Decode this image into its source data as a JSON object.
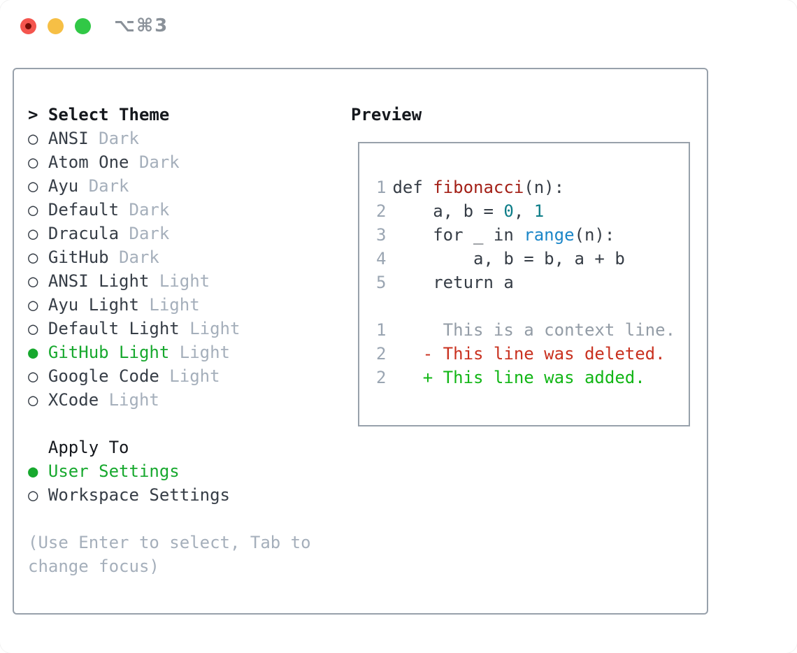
{
  "window": {
    "title": "⌥⌘3"
  },
  "colors": {
    "text_dark": "#363d46",
    "text_black": "#15181d",
    "muted": "#a5afbb",
    "context_gray": "#939ca6",
    "gutter": "#9aa5b2",
    "border": "#98a1ab",
    "select_green": "#17a82e",
    "added_green": "#12b616",
    "deleted_red": "#c9311f",
    "function_red": "#a32017",
    "number_teal": "#0d7d88",
    "builtin_blue": "#1b86c8",
    "traffic_red": "#f4554e",
    "traffic_red_dot": "#750d07",
    "traffic_yellow": "#f6bf45",
    "traffic_green": "#31c846",
    "title_gray": "#8a9199"
  },
  "theme_picker": {
    "header_prefix": ">",
    "header_label": "Select Theme",
    "radio_unselected": "○",
    "radio_selected": "●",
    "themes": [
      {
        "name": "ANSI",
        "variant": "Dark",
        "selected": false
      },
      {
        "name": "Atom One",
        "variant": "Dark",
        "selected": false
      },
      {
        "name": "Ayu",
        "variant": "Dark",
        "selected": false
      },
      {
        "name": "Default",
        "variant": "Dark",
        "selected": false
      },
      {
        "name": "Dracula",
        "variant": "Dark",
        "selected": false
      },
      {
        "name": "GitHub",
        "variant": "Dark",
        "selected": false
      },
      {
        "name": "ANSI Light",
        "variant": "Light",
        "selected": false
      },
      {
        "name": "Ayu Light",
        "variant": "Light",
        "selected": false
      },
      {
        "name": "Default Light",
        "variant": "Light",
        "selected": false
      },
      {
        "name": "GitHub Light",
        "variant": "Light",
        "selected": true
      },
      {
        "name": "Google Code",
        "variant": "Light",
        "selected": false
      },
      {
        "name": "XCode",
        "variant": "Light",
        "selected": false
      }
    ],
    "apply_to_label": "Apply To",
    "apply_options": [
      {
        "label": "User Settings",
        "selected": true
      },
      {
        "label": "Workspace Settings",
        "selected": false
      }
    ],
    "hint_lines": [
      "(Use Enter to select, Tab to",
      "change focus)"
    ]
  },
  "preview": {
    "label": "Preview",
    "lines": [
      {
        "num": "1",
        "tokens": [
          {
            "t": "def ",
            "c": "p"
          },
          {
            "t": "fibonacci",
            "c": "f"
          },
          {
            "t": "(n):",
            "c": "p"
          }
        ]
      },
      {
        "num": "2",
        "tokens": [
          {
            "t": "    a, b = ",
            "c": "p"
          },
          {
            "t": "0",
            "c": "n"
          },
          {
            "t": ", ",
            "c": "p"
          },
          {
            "t": "1",
            "c": "n"
          }
        ]
      },
      {
        "num": "3",
        "tokens": [
          {
            "t": "    for _ in ",
            "c": "p"
          },
          {
            "t": "range",
            "c": "b"
          },
          {
            "t": "(n):",
            "c": "p"
          }
        ]
      },
      {
        "num": "4",
        "tokens": [
          {
            "t": "        a, b = b, a + b",
            "c": "p"
          }
        ]
      },
      {
        "num": "5",
        "tokens": [
          {
            "t": "    return a",
            "c": "p"
          }
        ]
      },
      {
        "blank": true
      },
      {
        "num": "1",
        "tokens": [
          {
            "t": "     This is a context line.",
            "c": "ctx"
          }
        ]
      },
      {
        "num": "2",
        "tokens": [
          {
            "t": "   - This line was deleted.",
            "c": "del"
          }
        ]
      },
      {
        "num": "2",
        "tokens": [
          {
            "t": "   + This line was added.",
            "c": "add"
          }
        ]
      }
    ]
  }
}
